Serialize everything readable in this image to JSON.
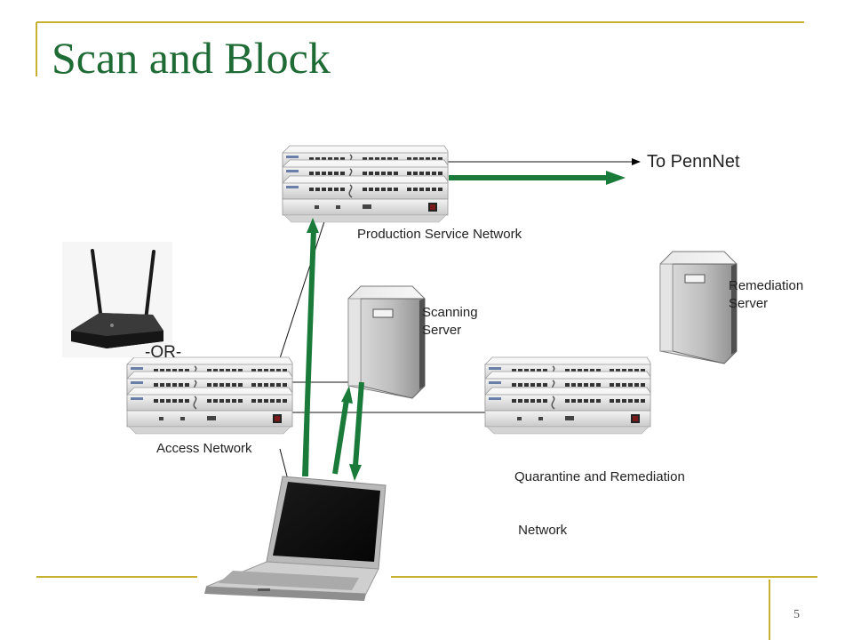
{
  "slide": {
    "title": "Scan and Block",
    "page_number": "5",
    "colors": {
      "title": "#1e6b35",
      "frame_gold": "#c8b030",
      "flow_arrow": "#1a7a3a"
    }
  },
  "diagram": {
    "nodes": [
      {
        "id": "production",
        "type": "switch-stack",
        "label": "Production Service Network"
      },
      {
        "id": "access",
        "type": "switch-stack",
        "label": "Access Network"
      },
      {
        "id": "quarantine",
        "type": "switch-stack",
        "label_lines": [
          "Quarantine and Remediation",
          " Network"
        ]
      },
      {
        "id": "scanning",
        "type": "server",
        "label_lines": [
          "Scanning",
          "Server"
        ]
      },
      {
        "id": "remediation",
        "type": "server",
        "label_lines": [
          "Remediation",
          "Server"
        ]
      },
      {
        "id": "router",
        "type": "wireless-router",
        "label": ""
      },
      {
        "id": "laptop",
        "type": "laptop",
        "label": ""
      }
    ],
    "or_label": "-OR-",
    "external_label": "To PennNet",
    "icons": [
      "switch-stack-icon",
      "server-tower-icon",
      "wireless-router-icon",
      "laptop-icon"
    ]
  }
}
